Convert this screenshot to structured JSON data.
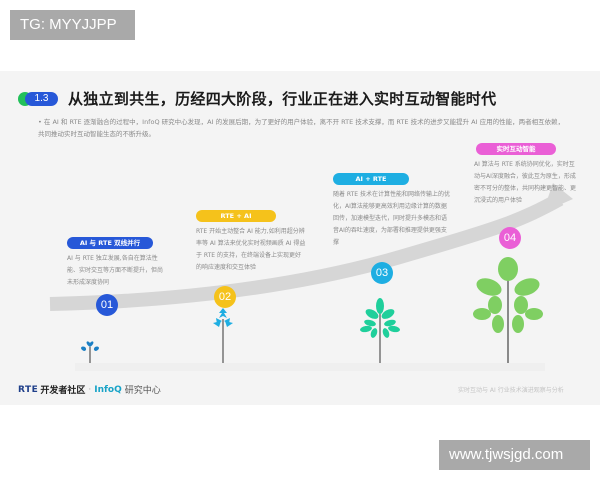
{
  "watermarks": {
    "top": "TG: MYYJJPP",
    "bottom": "www.tjwsjgd.com"
  },
  "slide": {
    "section_number": "1.3",
    "title": "从独立到共生，历经四大阶段，行业正在进入实时互动智能时代",
    "description": "• 在 AI 和 RTE 逐渐融合的过程中，InfoQ 研究中心发现，AI 的发展后期，为了更好的用户体验，离不开 RTE 技术支撑，而 RTE 技术的进步又能提升 AI 应用的性能，两者相互依赖，共同推动实时互动智能生态的不断升级。",
    "stages": [
      {
        "number": "01",
        "label": "AI 与 RTE 双线并行",
        "color": "#2758d8",
        "text": "AI 与 RTE 独立发展,各自在算法性能、实时交互等方面不断提升，但尚未形成深度协同"
      },
      {
        "number": "02",
        "label": "RTE + AI",
        "color": "#f5c21b",
        "text": "RTE 开始主动整合 AI 能力,如利用超分辨率等 AI 算法来优化实时视频画质 AI 得益于 RTE 的支持，在终端设备上实现更好的响应速度和交互体验"
      },
      {
        "number": "03",
        "label": "AI + RTE",
        "color": "#1eaee2",
        "text": "随着 RTE 技术在计算性能和网络传输上的优化，AI算法能够更高效利用边缘计算的数据回传，加速模型迭代，同时提升多模态和语音AI的吞吐速度，为部署和推理提供更强支撑"
      },
      {
        "number": "04",
        "label": "实时互动智能",
        "color": "#ea5fd6",
        "text": "AI 算法与 RTE 系统协同优化，实时互动与AI深度融合，彼此互为原生，形成密不可分的整体，共同构建更智能、更沉浸式的用户体验"
      }
    ],
    "footer": {
      "logo_rte": "RTE",
      "logo_community": "开发者社区",
      "logo_sep": "·",
      "logo_infoq": "InfoQ",
      "logo_research": "研究中心",
      "right_text": "实时互动与 AI 行业技术演进观察与分析"
    }
  },
  "colors": {
    "slide_bg": "#f4f4f4",
    "arrow": "#d6d6d6",
    "stage1": "#2758d8",
    "stage2": "#f5c21b",
    "stage3": "#1eaee2",
    "stage4": "#ea5fd6"
  }
}
